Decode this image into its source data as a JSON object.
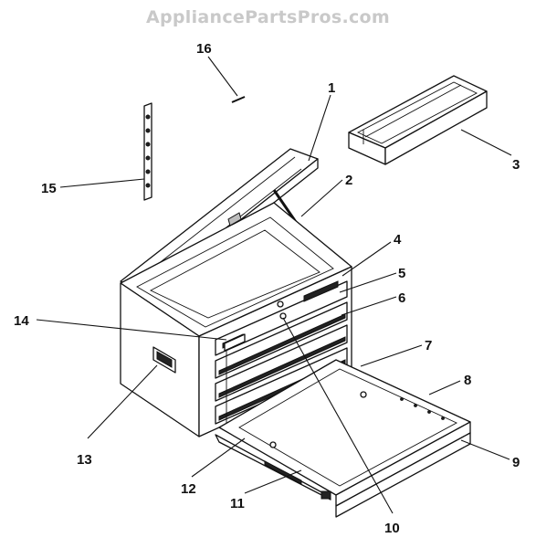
{
  "watermark": "AppliancePartsPros.com",
  "callouts": [
    "1",
    "2",
    "3",
    "4",
    "5",
    "6",
    "7",
    "8",
    "9",
    "10",
    "11",
    "12",
    "13",
    "14",
    "15",
    "16"
  ]
}
